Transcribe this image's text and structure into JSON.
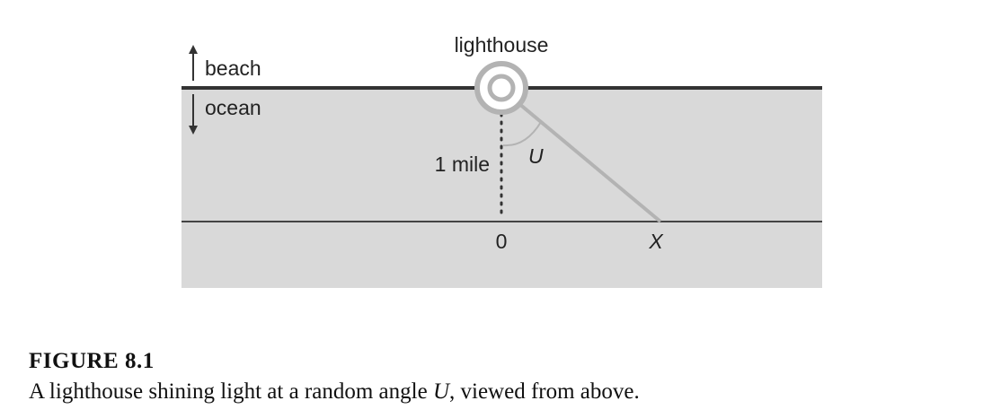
{
  "figure": {
    "labels": {
      "lighthouse": "lighthouse",
      "beach": "beach",
      "ocean": "ocean",
      "distance": "1 mile",
      "angle": "U",
      "origin": "0",
      "point": "X"
    },
    "colors": {
      "ocean": "#d9d9d9",
      "shoreline": "#333333",
      "beam": "#b3b3b3",
      "lighthouse_ring": "#b3b3b3",
      "dotted_line": "#333333"
    }
  },
  "caption": {
    "title": "FIGURE 8.1",
    "text_before": "A lighthouse shining light at a random angle ",
    "variable": "U",
    "text_after": ", viewed from above."
  }
}
